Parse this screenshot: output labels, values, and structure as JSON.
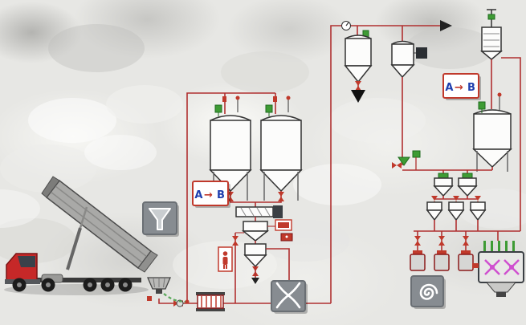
{
  "diagram": {
    "badges": {
      "ab1": {
        "a": "A",
        "arrow": "→",
        "b": "B"
      },
      "ab2": {
        "a": "A",
        "arrow": "→",
        "b": "B"
      }
    },
    "icons": {
      "unloading_badge": "funnel-icon",
      "crossover_badge": "crossing-conveyors-icon",
      "spiral_badge": "spiral-conveyor-icon"
    },
    "colors": {
      "piping_red": "#b03030",
      "valve_red": "#c0392b",
      "valve_green": "#3e9b34",
      "truck_cab_red": "#c62828",
      "badge_gray": "#878c91",
      "mixer_magenta": "#cf4fcf",
      "ab_letter_blue": "#1f3fae",
      "ab_border_red": "#c0392b"
    }
  }
}
